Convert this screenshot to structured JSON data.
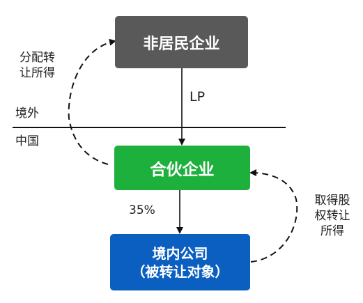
{
  "nodes": {
    "nonresident": "非居民企业",
    "partnership": "合伙企业",
    "domestic_line1": "境内公司",
    "domestic_line2": "（被转让对象）"
  },
  "regions": {
    "outside": "境外",
    "china": "中国"
  },
  "edges": {
    "lp_label": "LP",
    "share_label": "35%"
  },
  "annotations": {
    "left_line1": "分配转",
    "left_line2": "让所得",
    "right_line1": "取得股",
    "right_line2": "权转让",
    "right_line3": "所得"
  },
  "colors": {
    "nonresident_fill": "#595959",
    "partnership_fill": "#1eb03d",
    "domestic_fill": "#0b5fc1",
    "text": "#222222"
  }
}
